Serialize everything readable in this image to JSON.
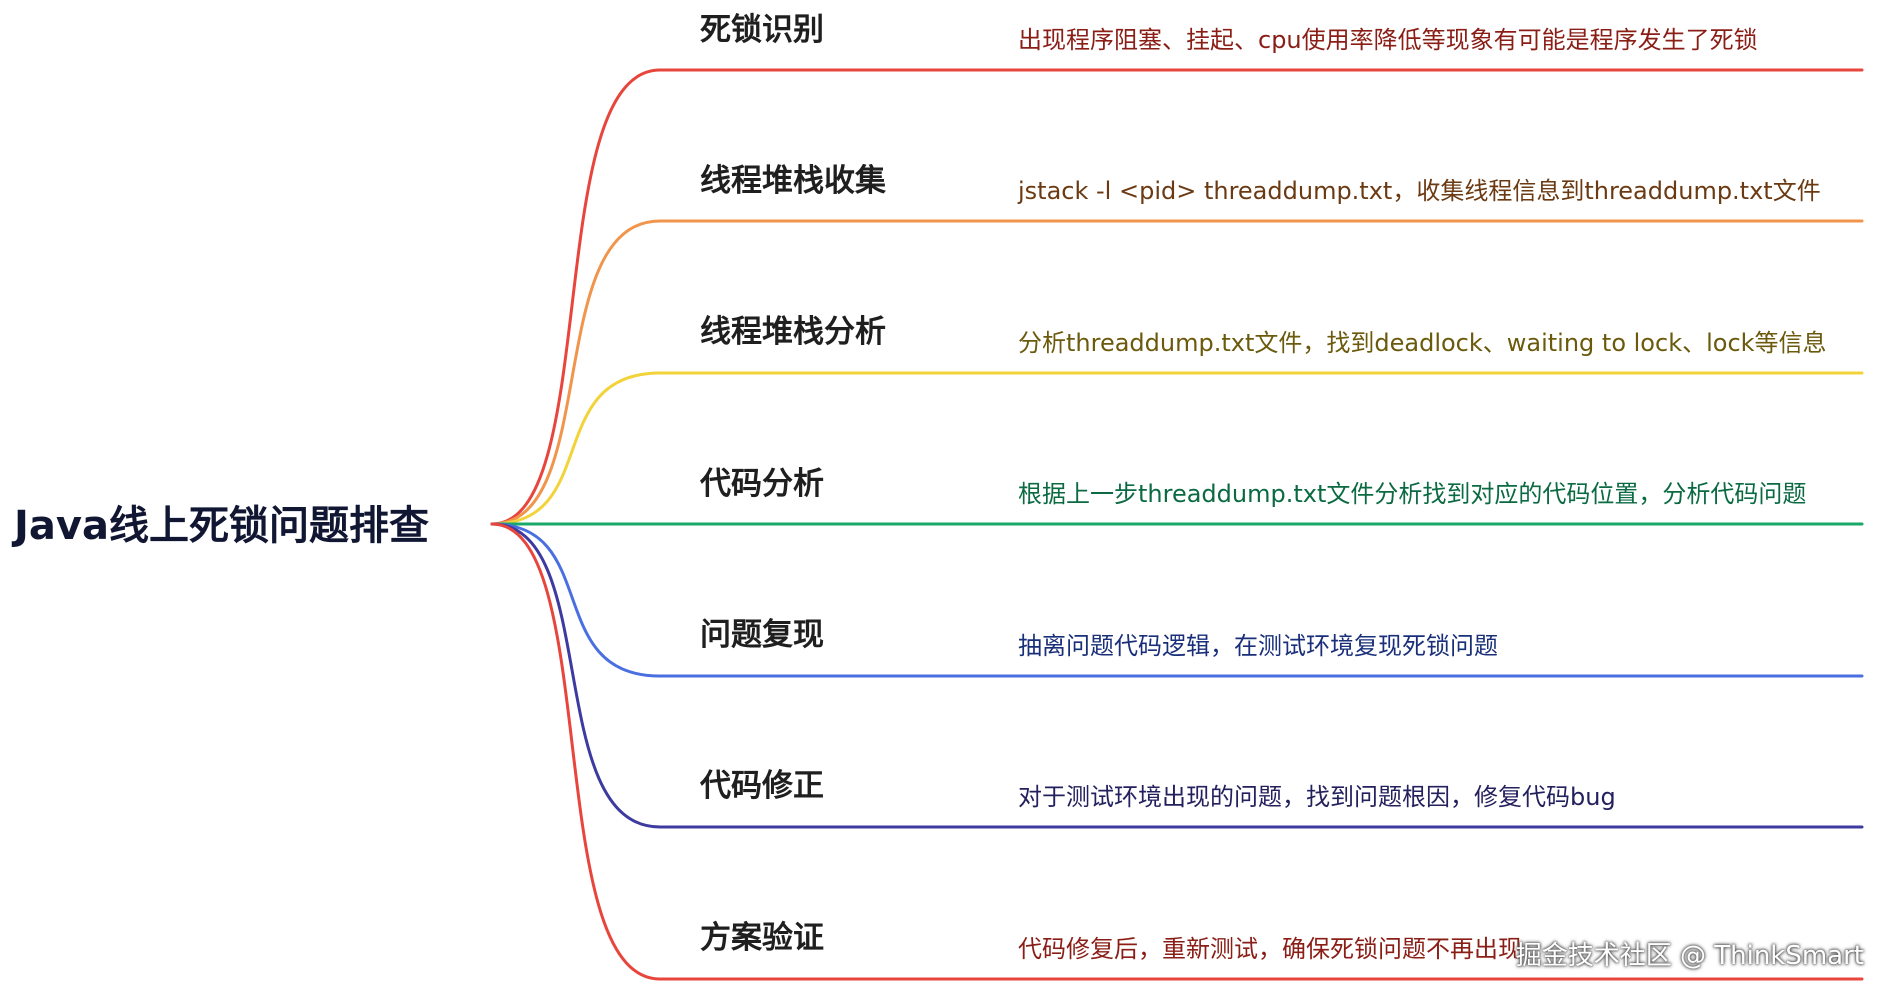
{
  "root": {
    "title": "Java线上死锁问题排查"
  },
  "branches": [
    {
      "label": "死锁识别",
      "description": "出现程序阻塞、挂起、cpu使用率降低等现象有可能是程序发生了死锁",
      "line_color": "#e8453c",
      "text_color": "#8a1e16"
    },
    {
      "label": "线程堆栈收集",
      "description": "jstack -l <pid> threaddump.txt，收集线程信息到threaddump.txt文件",
      "line_color": "#f0954b",
      "text_color": "#6b3a12"
    },
    {
      "label": "线程堆栈分析",
      "description": "分析threaddump.txt文件，找到deadlock、waiting to lock、lock等信息",
      "line_color": "#f2d33a",
      "text_color": "#6b5a0c"
    },
    {
      "label": "代码分析",
      "description": "根据上一步threaddump.txt文件分析找到对应的代码位置，分析代码问题",
      "line_color": "#17a86a",
      "text_color": "#0b6a42"
    },
    {
      "label": "问题复现",
      "description": "抽离问题代码逻辑，在测试环境复现死锁问题",
      "line_color": "#4a6fe0",
      "text_color": "#1a2f7a"
    },
    {
      "label": "代码修正",
      "description": "对于测试环境出现的问题，找到问题根因，修复代码bug",
      "line_color": "#3d3aa0",
      "text_color": "#23205e"
    },
    {
      "label": "方案验证",
      "description": "代码修复后，重新测试，确保死锁问题不再出现",
      "line_color": "#e8453c",
      "text_color": "#8a1e16"
    }
  ],
  "watermark": {
    "text": "掘金技术社区 @ ThinkSmart"
  }
}
